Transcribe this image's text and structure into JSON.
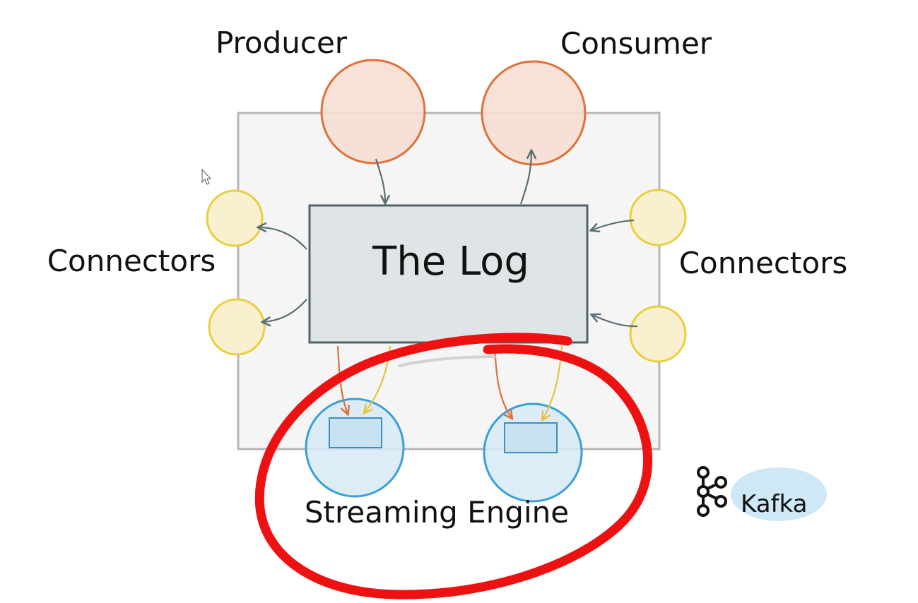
{
  "labels": {
    "producer": "Producer",
    "consumer": "Consumer",
    "connectors_left": "Connectors",
    "connectors_right": "Connectors",
    "log": "The Log",
    "streaming_engine": "Streaming Engine"
  },
  "logo": {
    "text": "Kafka",
    "icon": "kafka-logo-icon"
  },
  "colors": {
    "producer_consumer": "#e0703a",
    "connectors": "#e8cf3c",
    "log_fill": "#dfe5e6",
    "log_stroke": "#4e6468",
    "stream": "#3aa0d4",
    "highlight": "#ee1111",
    "arrow": "#5b6e74"
  }
}
